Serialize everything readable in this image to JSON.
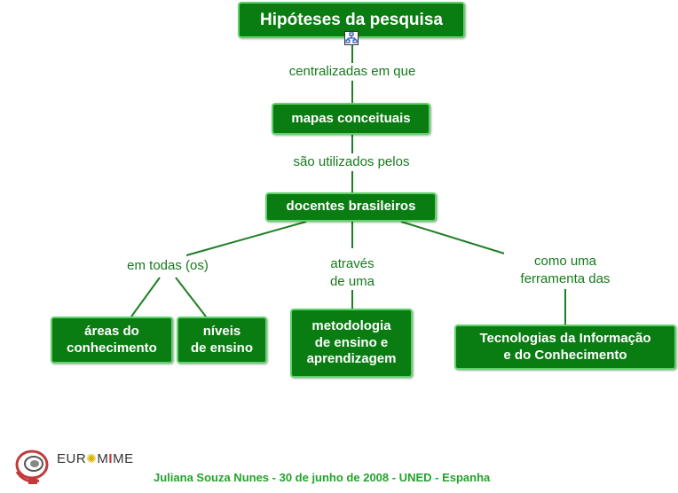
{
  "concept_map": {
    "root": "Hipóteses da pesquisa",
    "link_centralizadas": "centralizadas em que",
    "node_mapas": "mapas conceituais",
    "link_sao_utilizados": "são utilizados pelos",
    "node_docentes": "docentes brasileiros",
    "link_em_todas": "em todas (os)",
    "link_atraves_1": "através",
    "link_atraves_2": "de uma",
    "link_como_1": "como uma",
    "link_como_2": "ferramenta das",
    "node_areas_1": "áreas do",
    "node_areas_2": "conhecimento",
    "node_niveis_1": "níveis",
    "node_niveis_2": "de ensino",
    "node_metodologia_1": "metodologia",
    "node_metodologia_2": "de ensino e",
    "node_metodologia_3": "aprendizagem",
    "node_tic_1": "Tecnologias da Informação",
    "node_tic_2": "e do Conhecimento"
  },
  "logo": {
    "part1": "EUR",
    "part2": "M",
    "part3": "I",
    "part4": "ME"
  },
  "footer": "Juliana Souza Nunes - 30 de junho de 2008 - UNED - Espanha",
  "colors": {
    "node_fill": "#0a7d12",
    "node_border": "#5fd36a",
    "link_text": "#157a1b",
    "line": "#1f7f25",
    "footer": "#23a32c"
  }
}
